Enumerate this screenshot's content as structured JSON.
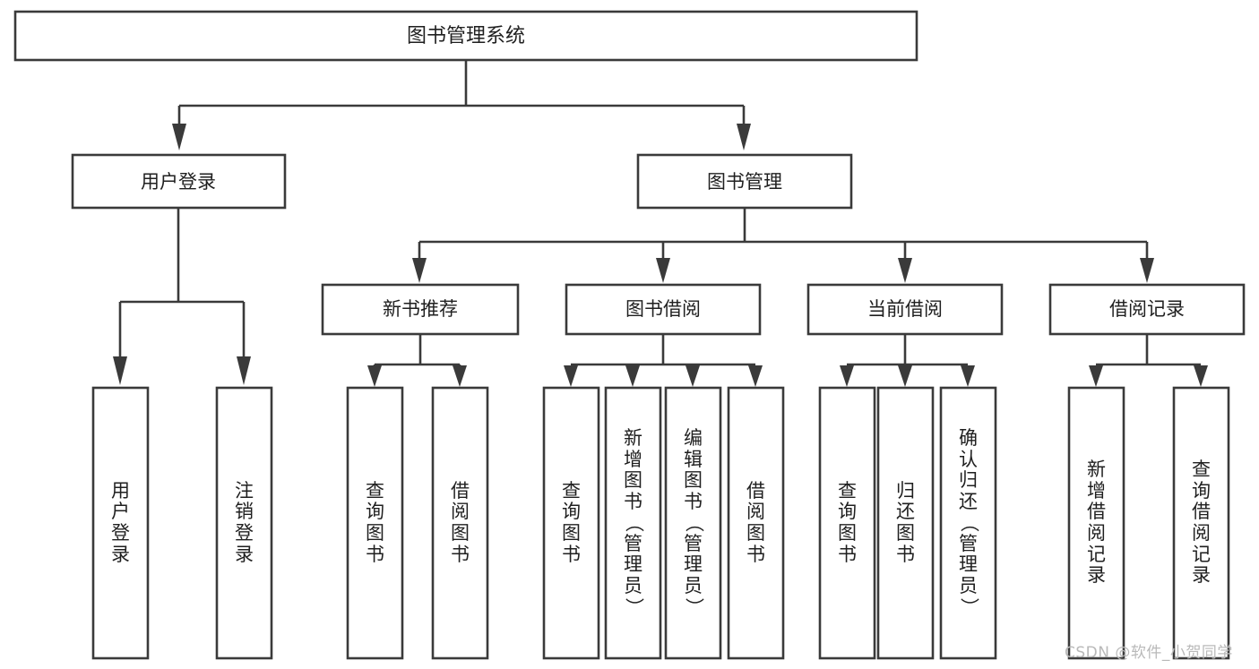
{
  "diagram": {
    "type": "tree-hierarchy",
    "title": "图书管理系统",
    "watermark": "CSDN @软件_小贺同学",
    "colors": {
      "stroke": "#3a3a3a",
      "fill": "#ffffff",
      "text": "#1f1f1f",
      "background": "#ffffff",
      "watermark": "#b9b9b9"
    },
    "root": {
      "label": "图书管理系统"
    },
    "level2": [
      {
        "label": "用户登录"
      },
      {
        "label": "图书管理"
      }
    ],
    "level3": [
      {
        "label": "新书推荐"
      },
      {
        "label": "图书借阅"
      },
      {
        "label": "当前借阅"
      },
      {
        "label": "借阅记录"
      }
    ],
    "leaves": {
      "user_login": [
        {
          "label": "用户登录"
        },
        {
          "label": "注销登录"
        }
      ],
      "new_book": [
        {
          "label": "查询图书"
        },
        {
          "label": "借阅图书"
        }
      ],
      "book_borrow": [
        {
          "label": "查询图书"
        },
        {
          "label": "新增图书（管理员）"
        },
        {
          "label": "编辑图书（管理员）"
        },
        {
          "label": "借阅图书"
        }
      ],
      "current_borrow": [
        {
          "label": "查询图书"
        },
        {
          "label": "归还图书"
        },
        {
          "label": "确认归还（管理员）"
        }
      ],
      "borrow_record": [
        {
          "label": "新增借阅记录"
        },
        {
          "label": "查询借阅记录"
        }
      ]
    }
  }
}
